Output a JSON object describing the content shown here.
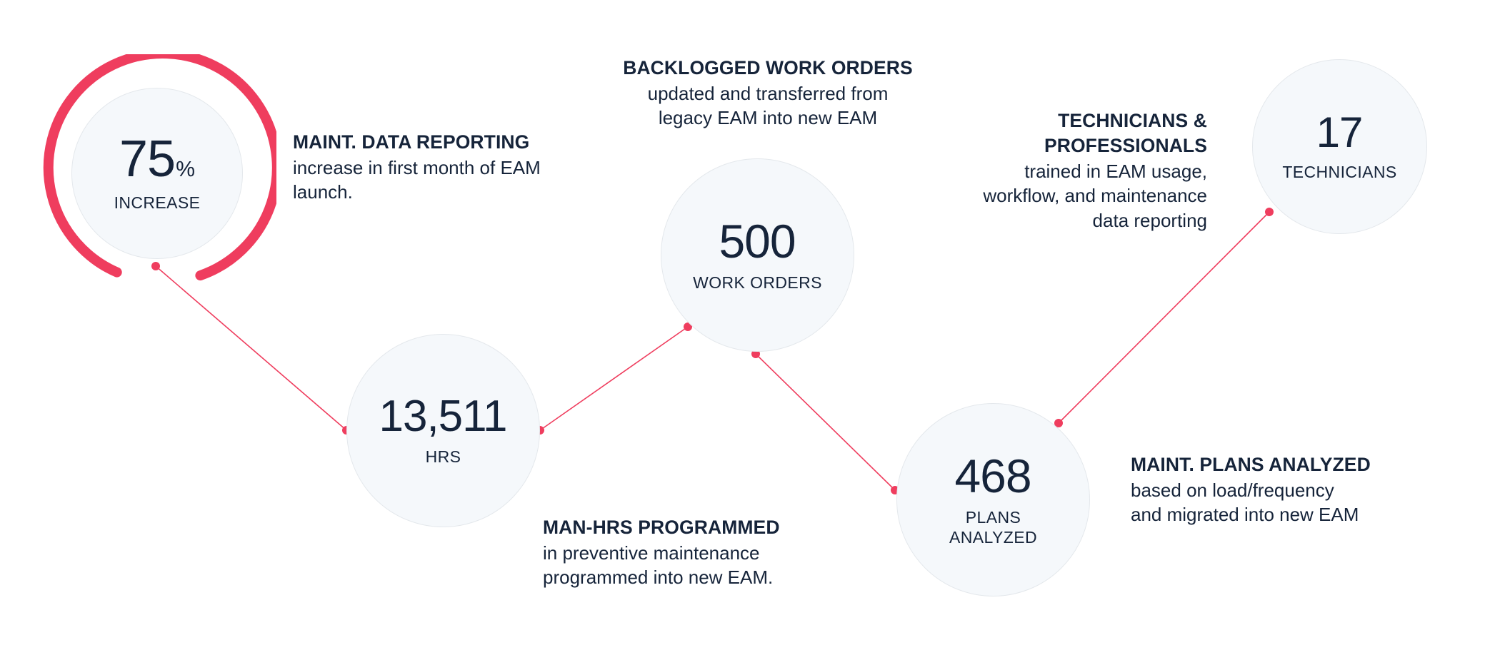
{
  "theme": {
    "accent": "#ef3d5e",
    "text": "#16243a",
    "circle_fill": "#f5f8fb",
    "circle_stroke": "#e4e8ec",
    "background": "#ffffff"
  },
  "chart_data": {
    "type": "bar",
    "title": "EAM implementation results infographic",
    "categories": [
      "Maint. Data Reporting",
      "Man-hrs Programmed",
      "Backlogged Work Orders",
      "Maint. Plans Analyzed",
      "Technicians & Professionals"
    ],
    "values": [
      75,
      13511,
      500,
      468,
      17
    ],
    "value_labels": [
      "75%",
      "13,511",
      "500",
      "468",
      "17"
    ],
    "units": [
      "INCREASE",
      "HRS",
      "WORK ORDERS",
      "PLANS ANALYZED",
      "TECHNICIANS"
    ],
    "xlabel": "",
    "ylabel": "",
    "legend": "none",
    "grid": false
  },
  "stats": [
    {
      "id": "maint-data-reporting",
      "value": "75",
      "suffix": "%",
      "unit": "INCREASE",
      "ring_percent": 75,
      "caption_title": "MAINT. DATA REPORTING",
      "caption_body": "increase in first month of EAM\nlaunch."
    },
    {
      "id": "man-hrs-programmed",
      "value": "13,511",
      "suffix": "",
      "unit": "HRS",
      "caption_title": "MAN-HRS PROGRAMMED",
      "caption_body": "in preventive maintenance\nprogrammed into new EAM."
    },
    {
      "id": "backlogged-work-orders",
      "value": "500",
      "suffix": "",
      "unit": "WORK ORDERS",
      "caption_title": "BACKLOGGED WORK ORDERS",
      "caption_body": "updated and transferred from\nlegacy EAM into new EAM"
    },
    {
      "id": "maint-plans-analyzed",
      "value": "468",
      "suffix": "",
      "unit": "PLANS\nANALYZED",
      "caption_title": "MAINT. PLANS ANALYZED",
      "caption_body": "based on load/frequency\nand migrated into new EAM"
    },
    {
      "id": "technicians-professionals",
      "value": "17",
      "suffix": "",
      "unit": "TECHNICIANS",
      "caption_title": "TECHNICIANS &\nPROFESSIONALS",
      "caption_body": "trained in EAM usage,\nworkflow, and maintenance\ndata reporting"
    }
  ]
}
